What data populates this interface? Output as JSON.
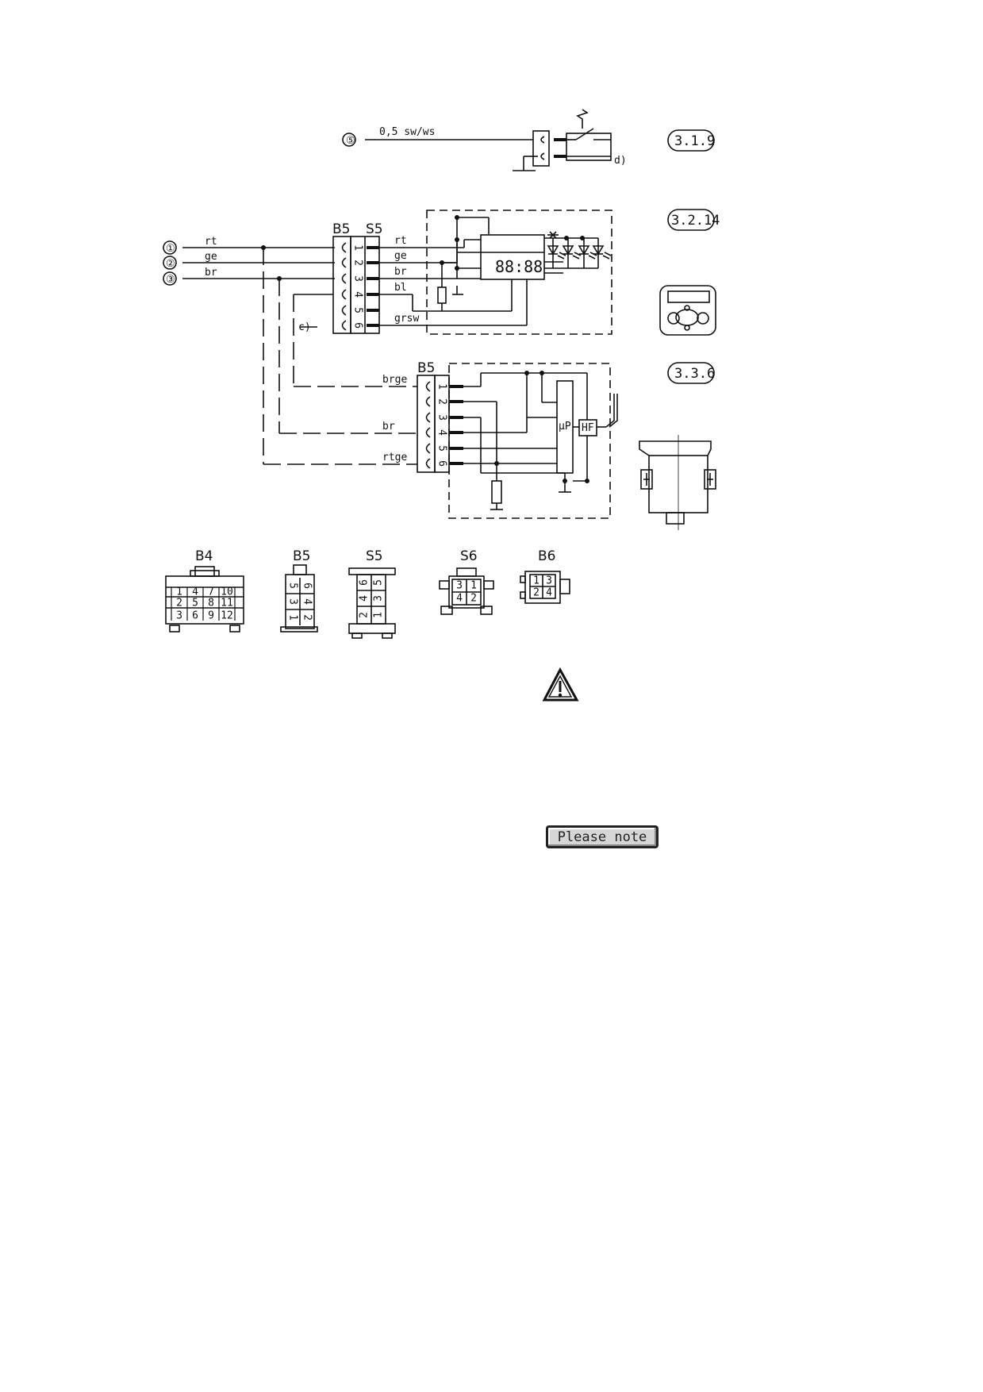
{
  "top_circuit": {
    "node": "⑤",
    "wire_label": "0,5 sw/ws",
    "note": "d)",
    "ref": "3.1.9"
  },
  "middle_circuit": {
    "nodes": [
      "①",
      "②",
      "③"
    ],
    "left_wires": [
      "rt",
      "ge",
      "br"
    ],
    "b5_label": "B5",
    "s5_label": "S5",
    "pins": [
      "1",
      "2",
      "3",
      "4",
      "5",
      "6"
    ],
    "right_wires": [
      "rt",
      "ge",
      "br",
      "bl",
      "grsw"
    ],
    "note": "c)",
    "display": "88:88",
    "ref": "3.2.14"
  },
  "lower_circuit": {
    "b5_label": "B5",
    "pins": [
      "1",
      "2",
      "3",
      "4",
      "5",
      "6"
    ],
    "wires": [
      "brge",
      "br",
      "rtge"
    ],
    "chip": "µP",
    "hf": "HF",
    "ref": "3.3.6"
  },
  "connectors": {
    "b4": {
      "label": "B4",
      "pins": [
        "1",
        "4",
        "7",
        "10",
        "2",
        "5",
        "8",
        "11",
        "3",
        "6",
        "9",
        "12"
      ]
    },
    "b5": {
      "label": "B5",
      "pins": [
        "5",
        "6",
        "3",
        "4",
        "1",
        "2"
      ]
    },
    "s5": {
      "label": "S5",
      "pins": [
        "6",
        "5",
        "4",
        "3",
        "2",
        "1"
      ]
    },
    "s6": {
      "label": "S6",
      "pins": [
        "3",
        "1",
        "4",
        "2"
      ]
    },
    "b6": {
      "label": "B6",
      "pins": [
        "1",
        "3",
        "2",
        "4"
      ]
    }
  },
  "warning_icon": "warning-triangle-icon",
  "note_button": "Please note"
}
